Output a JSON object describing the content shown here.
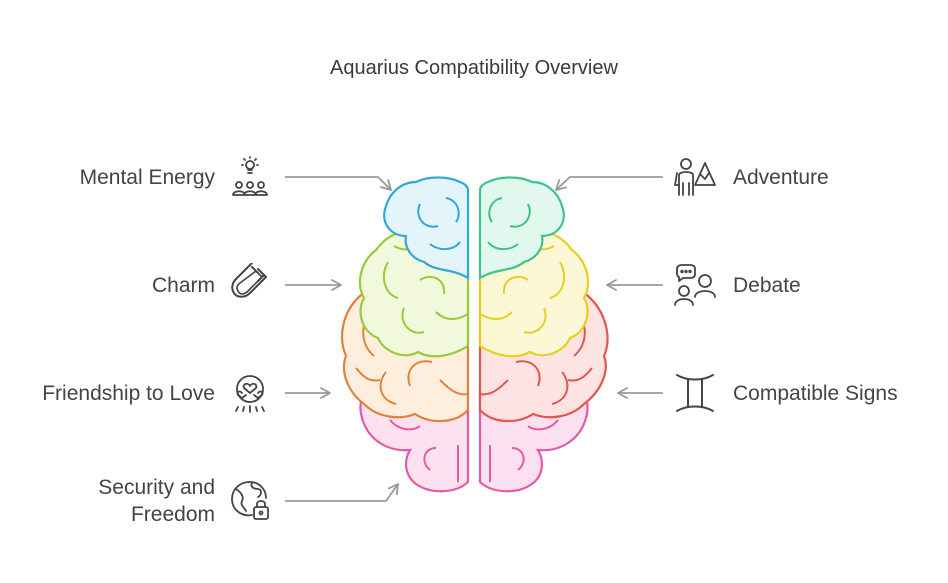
{
  "title": "Aquarius Compatibility Overview",
  "colors": {
    "blue": "#33a8d6",
    "green": "#3cc48d",
    "lime": "#9ac93a",
    "yellow": "#e6cf22",
    "orange": "#e0833a",
    "red": "#e05650",
    "pink": "#e45aa8",
    "arrow": "#999999",
    "text": "#444444"
  },
  "left_items": [
    {
      "label": "Mental Energy",
      "icon": "idea-group-icon"
    },
    {
      "label": "Charm",
      "icon": "magnet-icon"
    },
    {
      "label": "Friendship to Love",
      "icon": "hearts-circle-icon"
    },
    {
      "label": "Security and Freedom",
      "icon": "globe-lock-icon"
    }
  ],
  "right_items": [
    {
      "label": "Adventure",
      "icon": "explorer-mountain-icon"
    },
    {
      "label": "Debate",
      "icon": "people-talking-icon"
    },
    {
      "label": "Compatible Signs",
      "icon": "gemini-sign-icon"
    }
  ]
}
